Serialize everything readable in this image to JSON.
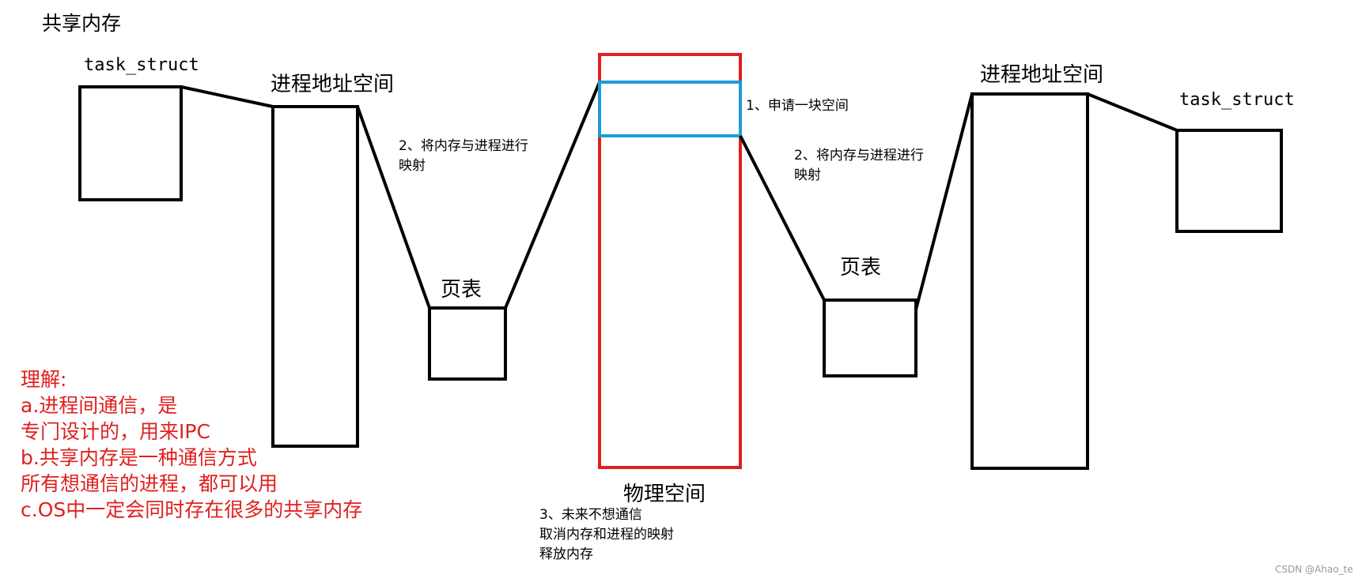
{
  "title": "共享内存",
  "left": {
    "task_struct": "task_struct",
    "address_space": "进程地址空间",
    "page_table": "页表",
    "map_note": [
      "2、将内存与进程进行",
      "映射"
    ]
  },
  "right": {
    "task_struct": "task_struct",
    "address_space": "进程地址空间",
    "page_table": "页表",
    "map_note": [
      "2、将内存与进程进行",
      "映射"
    ]
  },
  "physical": {
    "label": "物理空间",
    "alloc_note": "1、申请一块空间",
    "release_note": [
      "3、未来不想通信",
      "取消内存和进程的映射",
      "释放内存"
    ]
  },
  "understanding": {
    "heading": "理解:",
    "lines": [
      "a.进程间通信，是",
      "专门设计的，用来IPC",
      "b.共享内存是一种通信方式",
      "所有想通信的进程，都可以用",
      "c.OS中一定会同时存在很多的共享内存"
    ]
  },
  "watermark": "CSDN @Ahao_te",
  "colors": {
    "stroke": "#000000",
    "physical_border": "#e02020",
    "shared_block": "#1e9bd7",
    "note_red": "#e02020",
    "watermark": "#9a9a9a"
  }
}
